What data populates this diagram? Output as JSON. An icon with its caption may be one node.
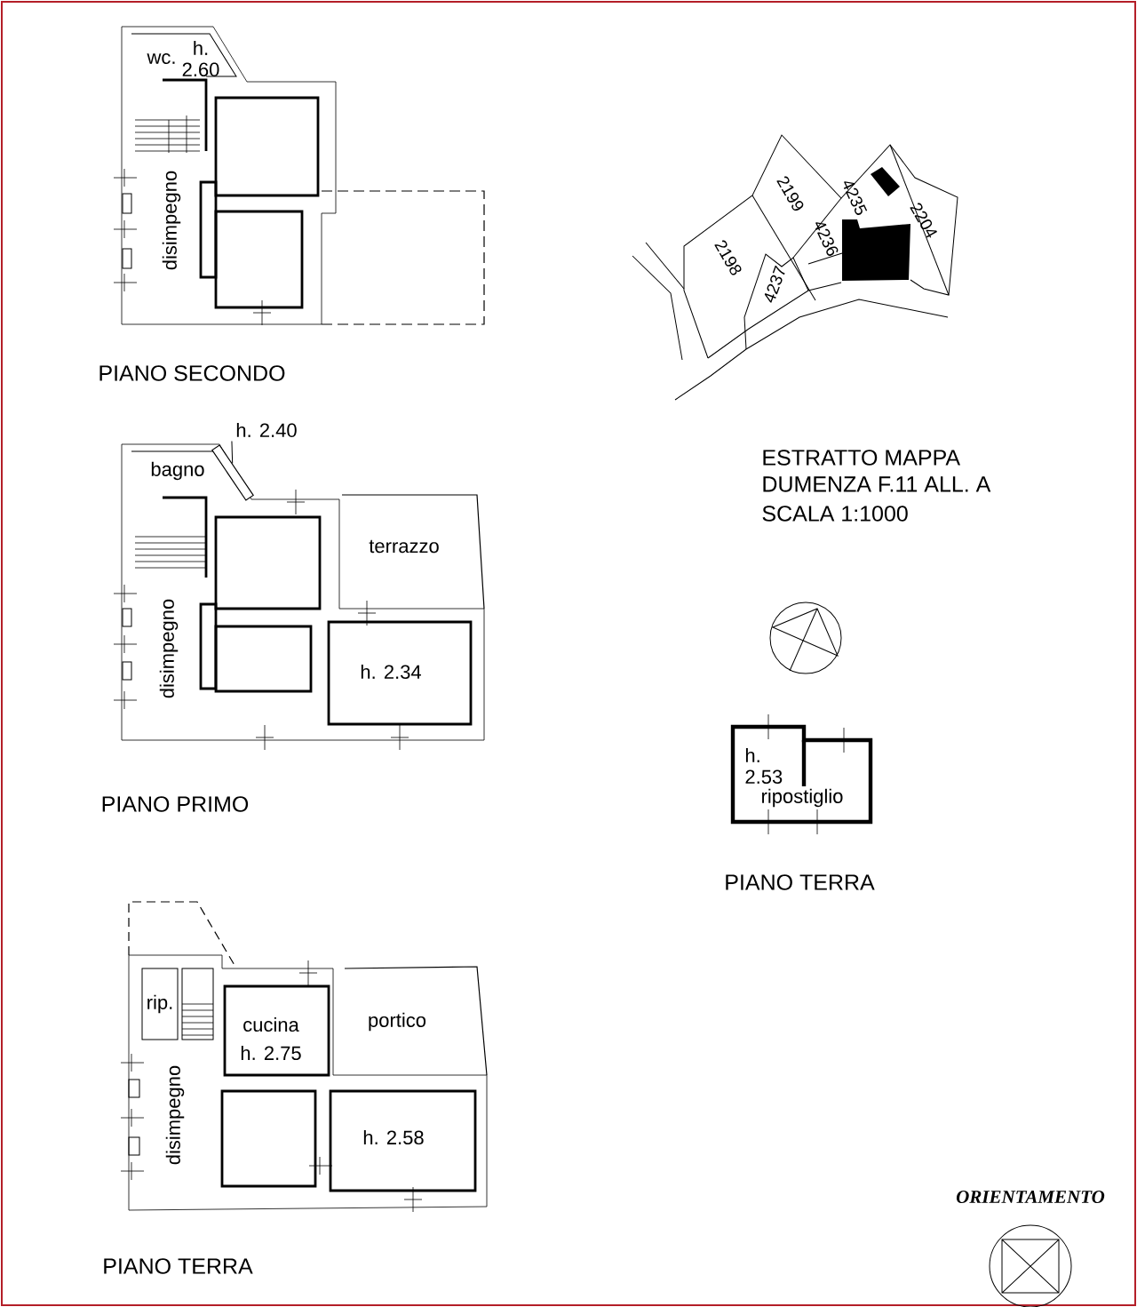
{
  "diagram": {
    "nodes": [
      {
        "text": [
          "h. 2.40"
        ]
      },
      {
        "text": [],
        "shape": "bar"
      }
    ],
    "edges": [
      {
        "from": 0,
        "to": 1,
        "arrow": "none"
      }
    ],
    "labels": [
      "wc.",
      "h. 2.60",
      "disimpegno",
      "PIANO SECONDO",
      "2199",
      "4235",
      "2204",
      "4236",
      "2198",
      "4237",
      "ESTRATTO MAPPA",
      "DUMENZA F.11 ALL. A",
      "SCALA 1:1000",
      "bagno",
      "terrazzo",
      "disimpegno",
      "h. 2.34",
      "PIANO PRIMO",
      "h. 2.53",
      "ripostiglio",
      "PIANO TERRA",
      "rip.",
      "cucina",
      "h. 2.75",
      "portico",
      "disimpegno",
      "h. 2.58",
      "PIANO TERRA",
      "ORIENTAMENTO"
    ]
  }
}
